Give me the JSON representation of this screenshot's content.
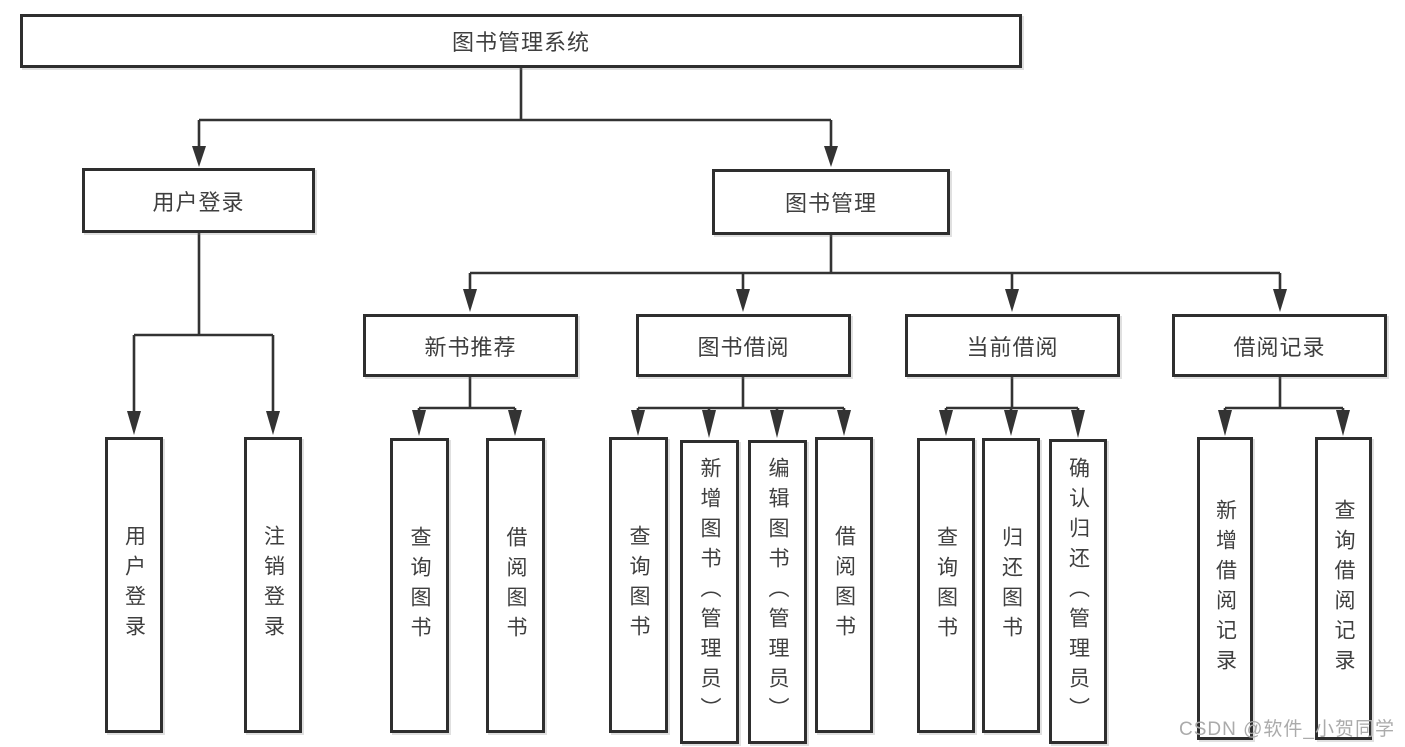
{
  "title": "图书管理系统",
  "nodes": {
    "user_login": {
      "label": "用户登录",
      "children": {
        "login": "用户登录",
        "logout": "注销登录"
      }
    },
    "book_management": {
      "label": "图书管理",
      "children": {
        "new_book_recommend": {
          "label": "新书推荐",
          "children": {
            "query": "查询图书",
            "borrow": "借阅图书"
          }
        },
        "book_borrow": {
          "label": "图书借阅",
          "children": {
            "query": "查询图书",
            "add": "新增图书（管理员）",
            "edit": "编辑图书（管理员）",
            "borrow": "借阅图书"
          }
        },
        "current_borrow": {
          "label": "当前借阅",
          "children": {
            "query": "查询图书",
            "return": "归还图书",
            "confirm_return": "确认归还（管理员）"
          }
        },
        "borrow_records": {
          "label": "借阅记录",
          "children": {
            "add": "新增借阅记录",
            "query": "查询借阅记录"
          }
        }
      }
    }
  },
  "watermark": "CSDN @软件_小贺同学",
  "colors": {
    "line": "#333333",
    "box_border": "#2e2e2e",
    "box_background": "#ffffff",
    "text": "#3f3f3f",
    "watermark": "#ababab"
  }
}
